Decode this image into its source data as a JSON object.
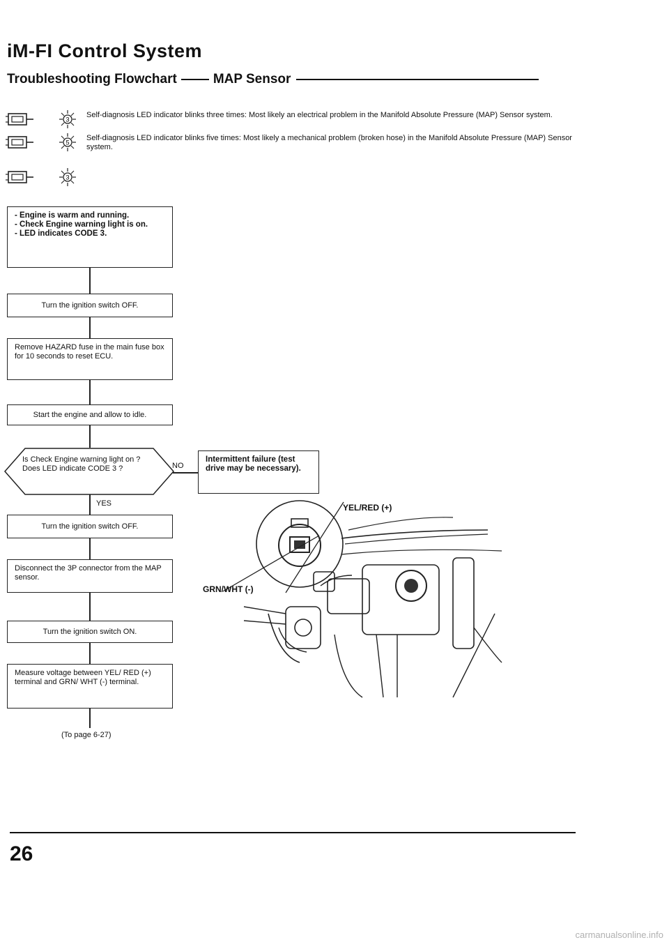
{
  "header": {
    "title": "iM-FI Control System",
    "subtitle": "Troubleshooting Flowchart",
    "subtitle_topic": "MAP Sensor"
  },
  "codes": [
    {
      "code": "3",
      "text": "Self-diagnosis LED indicator blinks three times: Most likely an electrical problem in the Manifold Absolute Pressure (MAP) Sensor system."
    },
    {
      "code": "5",
      "text": "Self-diagnosis LED indicator blinks five times: Most likely a mechanical problem (broken hose) in the Manifold Absolute Pressure (MAP) Sensor system."
    },
    {
      "code": "3",
      "text": ""
    }
  ],
  "flow": {
    "start": "- Engine is warm and running.\n- Check Engine warning light is on.\n- LED indicates CODE 3.",
    "step1": "Turn the ignition switch OFF.",
    "step2": "Remove HAZARD fuse in the main fuse box for 10 seconds to reset ECU.",
    "step3": "Start the engine and allow to idle.",
    "decision": "Is Check Engine warning light on ?\nDoes LED indicate CODE 3 ?",
    "no_label": "NO",
    "yes_label": "YES",
    "no_result": "Intermittent failure (test drive may be necessary).",
    "step4": "Turn the ignition switch OFF.",
    "step5": "Disconnect the 3P connector from the MAP sensor.",
    "step6": "Turn the ignition switch ON.",
    "step7": "Measure voltage between YEL/ RED (+) terminal and GRN/ WHT (-) terminal.",
    "continue": "(To page 6-27)"
  },
  "illustration": {
    "label_pos": "YEL/RED (+)",
    "label_neg": "GRN/WHT (-)"
  },
  "footer": {
    "page_number": "26",
    "watermark": "carmanualsonline.info"
  }
}
